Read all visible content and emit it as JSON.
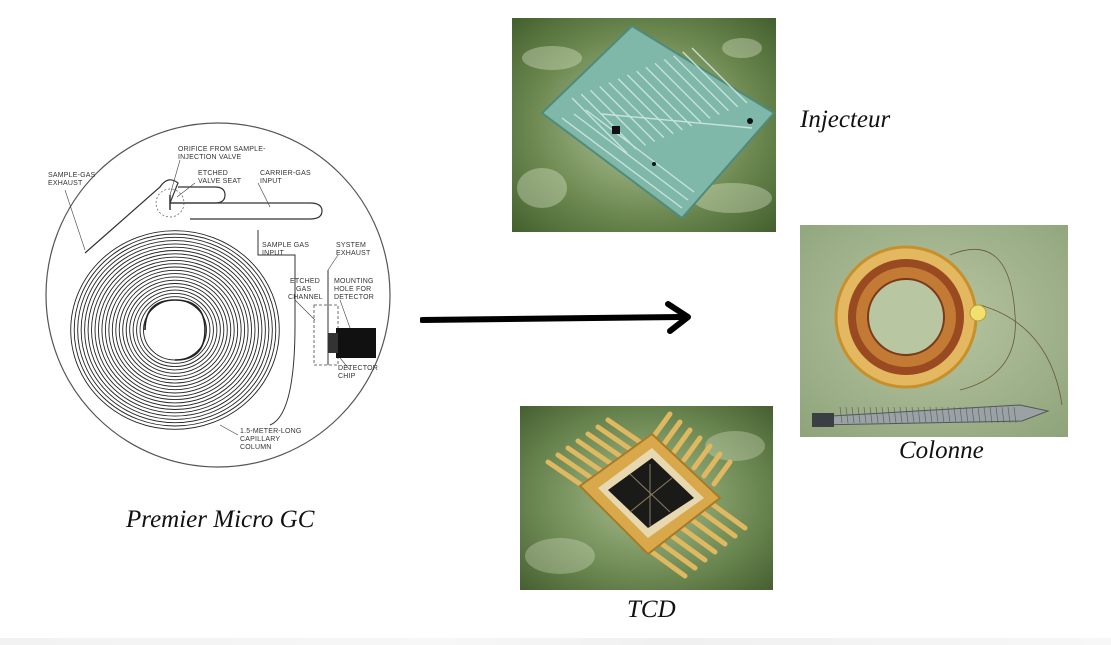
{
  "captions": {
    "main": "Premier Micro GC",
    "injector": "Injecteur",
    "column": "Colonne",
    "detector": "TCD"
  },
  "schematic_labels": {
    "sample_gas_exhaust": [
      "SAMPLE-GAS",
      "EXHAUST"
    ],
    "orifice": [
      "ORIFICE FROM SAMPLE-",
      "INJECTION VALVE"
    ],
    "valve_seat": [
      "ETCHED",
      "VALVE SEAT"
    ],
    "carrier_gas": [
      "CARRIER-GAS",
      "INPUT"
    ],
    "sample_gas_input": [
      "SAMPLE GAS",
      "INPUT"
    ],
    "system_exhaust": [
      "SYSTEM",
      "EXHAUST"
    ],
    "etched_channel": [
      "ETCHED",
      "GAS",
      "CHANNEL"
    ],
    "mounting_hole": [
      "MOUNTING",
      "HOLE FOR",
      "DETECTOR"
    ],
    "detector_chip": [
      "DETECTOR",
      "CHIP"
    ],
    "capillary": [
      "1.5-METER-LONG",
      "CAPILLARY",
      "COLUMN"
    ]
  },
  "colors": {
    "arrow": "#000000",
    "photo_background": "#8aa870",
    "injector_chip": "#7fb8a8",
    "column_copper": "#c8902a",
    "tcd_gold": "#d8a84a"
  },
  "icons": [
    "right-arrow-icon"
  ]
}
